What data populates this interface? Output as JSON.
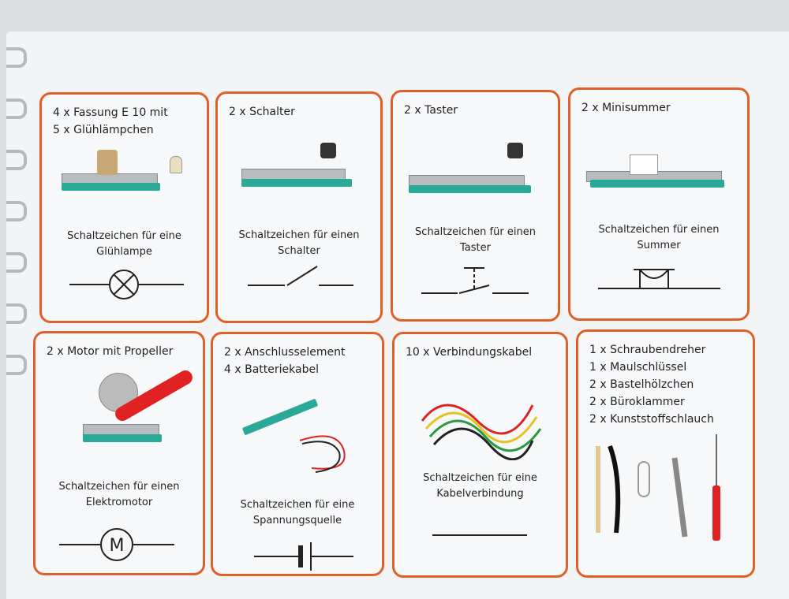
{
  "cards": [
    {
      "title": "4 x Fassung E 10 mit\n5 x Glühlämpchen",
      "caption1": "Schaltzeichen für eine",
      "caption2": "Glühlampe",
      "symbol": "lamp-symbol"
    },
    {
      "title": "2 x Schalter",
      "caption1": "Schaltzeichen für einen",
      "caption2": "Schalter",
      "symbol": "switch-symbol"
    },
    {
      "title": "2 x Taster",
      "caption1": "Schaltzeichen für einen",
      "caption2": "Taster",
      "symbol": "pushbutton-symbol"
    },
    {
      "title": "2 x Minisummer",
      "caption1": "Schaltzeichen für einen",
      "caption2": "Summer",
      "symbol": "buzzer-symbol"
    },
    {
      "title": "2 x Motor mit Propeller",
      "caption1": "Schaltzeichen für einen",
      "caption2": "Elektromotor",
      "symbol": "motor-symbol",
      "symbol_label": "M"
    },
    {
      "title": "2 x Anschlusselement\n4 x Batteriekabel",
      "caption1": "Schaltzeichen für eine",
      "caption2": "Spannungsquelle",
      "symbol": "battery-symbol"
    },
    {
      "title": "10 x Verbindungskabel",
      "caption1": "Schaltzeichen für eine",
      "caption2": "Kabelverbindung",
      "symbol": "wire-symbol"
    },
    {
      "title": "1 x Schraubendreher\n1 x Maulschlüssel\n2 x Bastelhölzchen\n2 x Büroklammer\n2 x Kunststoffschlauch"
    }
  ],
  "colors": {
    "border": "#e0602a",
    "pcb": "#2aa898"
  }
}
